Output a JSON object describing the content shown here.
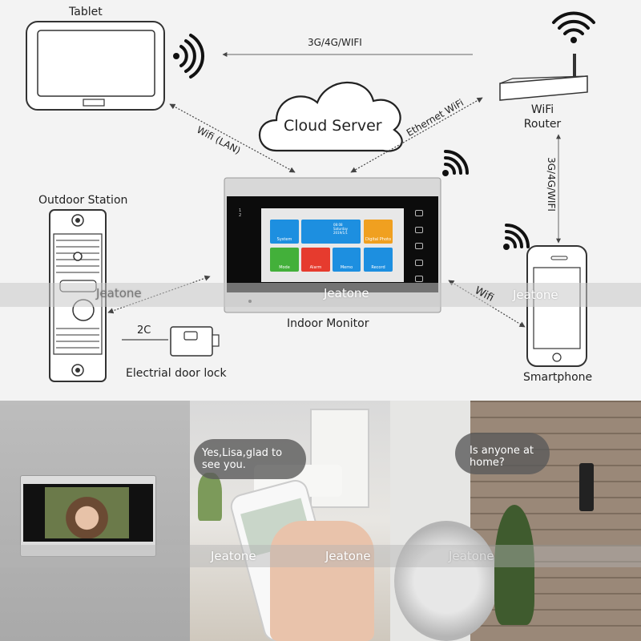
{
  "labels": {
    "tablet": "Tablet",
    "network_top": "3G/4G/WIFI",
    "wifi_router": "WiFi\nRouter",
    "cloud_server": "Cloud Server",
    "wifi_lan": "Wifi (LAN)",
    "ethernet_wifi": "Ethernet WiFi",
    "network_right": "3G/4G/WIFI",
    "outdoor_station": "Outdoor Station",
    "indoor_monitor": "Indoor Monitor",
    "wifi_link": "Wifi",
    "smartphone": "Smartphone",
    "connection_2c": "2C",
    "door_lock": "Electrial door lock"
  },
  "watermark": "Jeatone",
  "monitor_screen": {
    "tiles": [
      {
        "label": "System",
        "color": "#1d8fe0"
      },
      {
        "label": "",
        "color": "#1d8fe0"
      },
      {
        "label": "Digital Photo",
        "color": "#f0a020"
      },
      {
        "label": "Mode",
        "color": "#43b03a"
      },
      {
        "label": "Alarm",
        "color": "#e63b2e"
      },
      {
        "label": "Memo",
        "color": "#1d8fe0"
      },
      {
        "label": "Record",
        "color": "#1d8fe0"
      }
    ],
    "clock_text": "08:08\nSaturday\n2019/1/1",
    "side_indicators": "1\n2"
  },
  "bubbles": {
    "left": "Yes,Lisa,glad to\nsee you.",
    "right": "Is anyone at\nhome?"
  },
  "colors": {
    "background": "#f3f3f3",
    "arrow": "#555555",
    "screen_bg": "#111111"
  }
}
